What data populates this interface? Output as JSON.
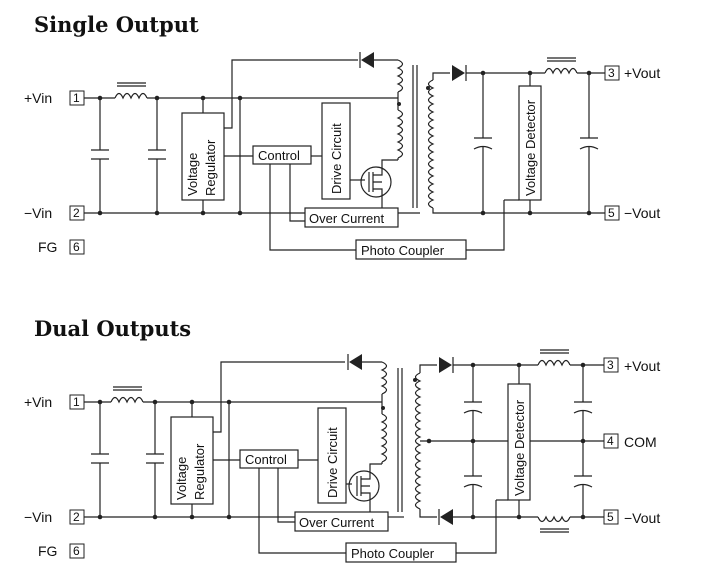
{
  "single": {
    "title": "Single Output",
    "vin_pos": "+Vin",
    "vin_neg": "−Vin",
    "fg": "FG",
    "vout_pos": "+Vout",
    "vout_neg": "−Vout",
    "pins": {
      "vin_pos": "1",
      "vin_neg": "2",
      "vout_pos": "3",
      "vout_neg": "5",
      "fg": "6"
    },
    "blocks": {
      "regulator_line1": "Voltage",
      "regulator_line2": "Regulator",
      "control": "Control",
      "drive": "Drive Circuit",
      "over_current": "Over Current",
      "photo_coupler": "Photo Coupler",
      "voltage_detector": "Voltage Detector"
    }
  },
  "dual": {
    "title": "Dual Outputs",
    "vin_pos": "+Vin",
    "vin_neg": "−Vin",
    "fg": "FG",
    "vout_pos": "+Vout",
    "com": "COM",
    "vout_neg": "−Vout",
    "pins": {
      "vin_pos": "1",
      "vin_neg": "2",
      "vout_pos": "3",
      "com": "4",
      "vout_neg": "5",
      "fg": "6"
    },
    "blocks": {
      "regulator_line1": "Voltage",
      "regulator_line2": "Regulator",
      "control": "Control",
      "drive": "Drive Circuit",
      "over_current": "Over Current",
      "photo_coupler": "Photo Coupler",
      "voltage_detector": "Voltage Detector"
    }
  }
}
